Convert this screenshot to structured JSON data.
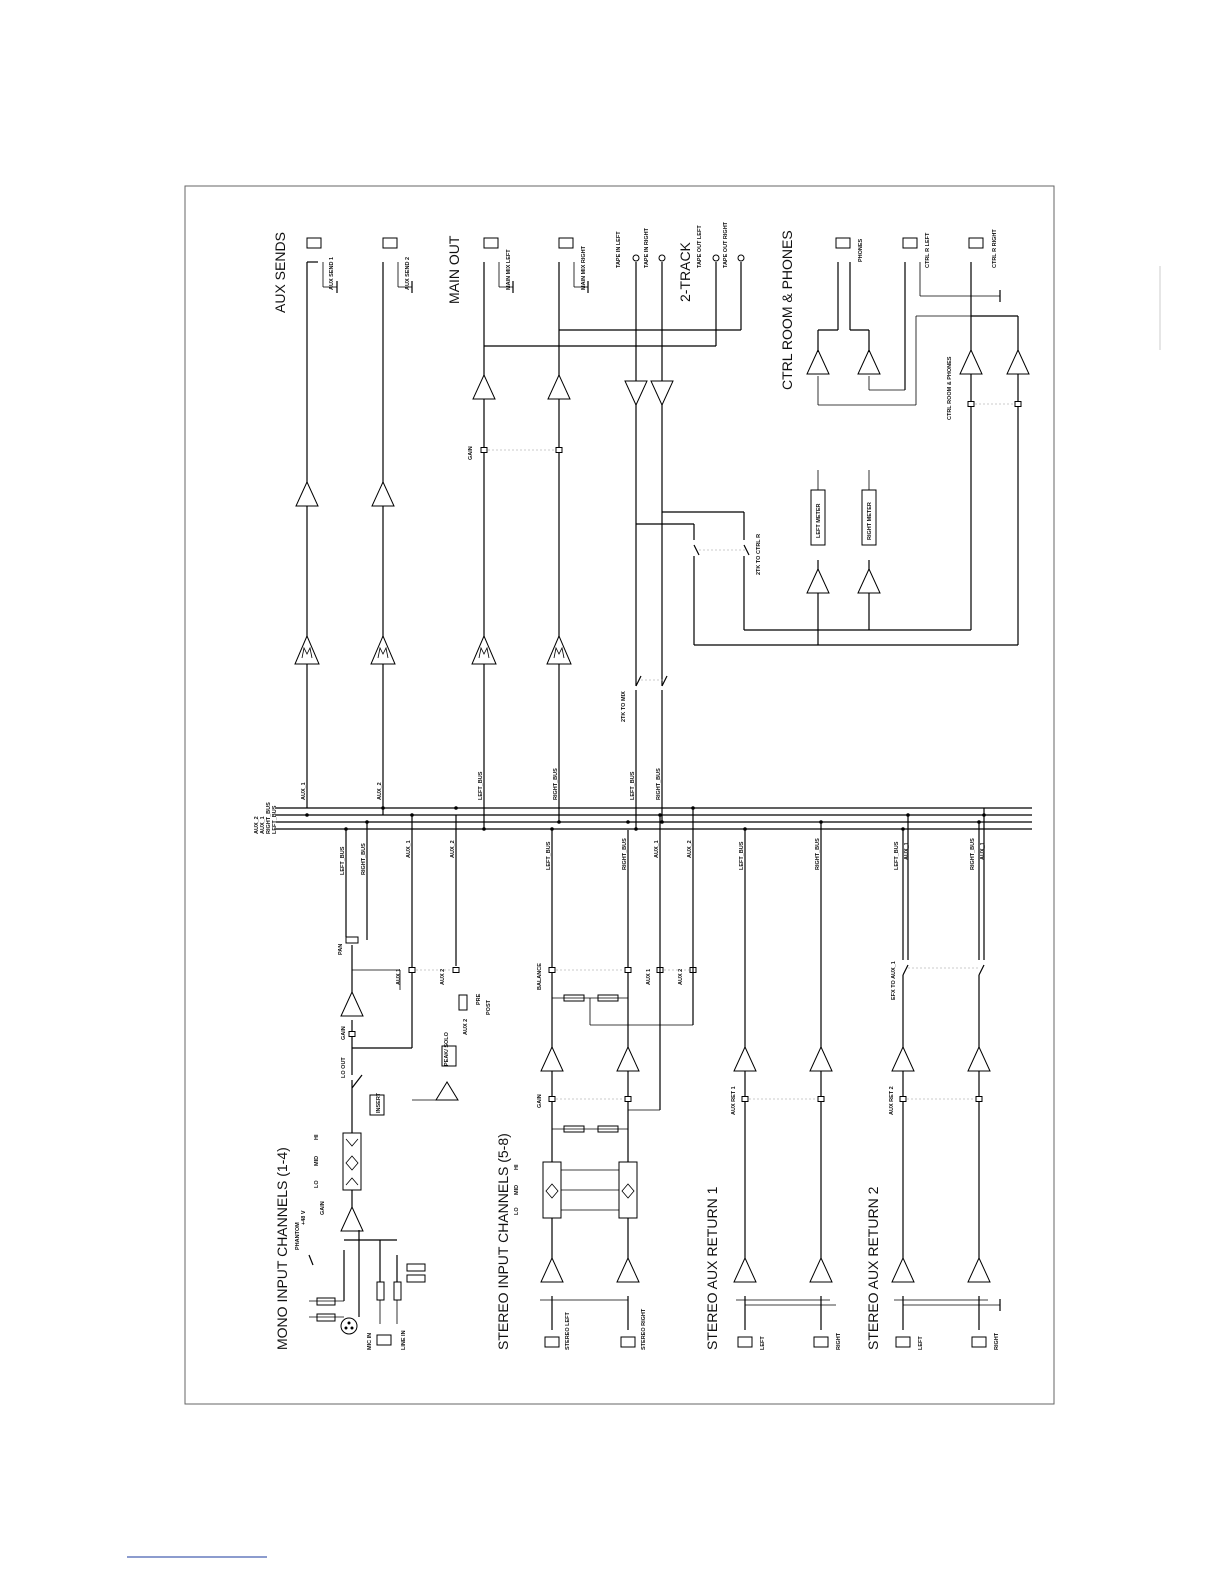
{
  "sections": {
    "aux_sends": "AUX SENDS",
    "main_out": "MAIN OUT",
    "two_track": "2-TRACK",
    "ctrl_room": "CTRL ROOM & PHONES",
    "mono_in": "MONO INPUT CHANNELS (1-4)",
    "stereo_in": "STEREO INPUT CHANNELS (5-8)",
    "aux_ret_1": "STEREO AUX RETURN 1",
    "aux_ret_2": "STEREO AUX RETURN 2"
  },
  "buses": [
    "AUX_2",
    "AUX_1",
    "RIGHT_BUS",
    "LEFT_BUS"
  ],
  "output_jacks": {
    "aux_send_1": "AUX SEND 1",
    "aux_send_2": "AUX SEND 2",
    "main_mix_left": "MAIN MIX LEFT",
    "main_mix_right": "MAIN MIX RIGHT",
    "tape_in_left": "TAPE IN LEFT",
    "tape_in_right": "TAPE IN RIGHT",
    "tape_out_left": "TAPE OUT LEFT",
    "tape_out_right": "TAPE OUT RIGHT",
    "phones": "PHONES",
    "ctrl_r_left": "CTRL R LEFT",
    "ctrl_r_right": "CTRL R RIGHT"
  },
  "input_jacks": {
    "mic_in": "MIC IN",
    "line_in": "LINE IN",
    "stereo_left": "STEREO LEFT",
    "stereo_right": "STEREO RIGHT",
    "ret1_left": "LEFT",
    "ret1_right": "RIGHT",
    "ret2_left": "LEFT",
    "ret2_right": "RIGHT"
  },
  "labels": {
    "phantom": "PHANTOM",
    "plus48": "+48 V",
    "gain": "GAIN",
    "lo": "LO",
    "mid": "MID",
    "hi": "HI",
    "lo_out": "LO OUT",
    "insert": "INSERT",
    "pan": "PAN",
    "aux1": "AUX 1",
    "aux2": "AUX 2",
    "pre": "PRE",
    "post": "POST",
    "peak_solo": "PEAK/ SOLO",
    "balance": "BALANCE",
    "aux_ret_1": "AUX RET 1",
    "aux_ret_2": "AUX RET 2",
    "efx_to_aux1": "EFX TO AUX_1",
    "twotk_to_mix": "2TK TO MIX",
    "twotk_to_ctrl": "2TK TO CTRL R",
    "left_meter": "LEFT METER",
    "right_meter": "RIGHT METER",
    "ctrl_room_phones": "CTRL ROOM & PHONES",
    "left_bus": "LEFT_BUS",
    "right_bus": "RIGHT_BUS",
    "aux_1": "AUX_1",
    "aux_2": "AUX_2"
  }
}
